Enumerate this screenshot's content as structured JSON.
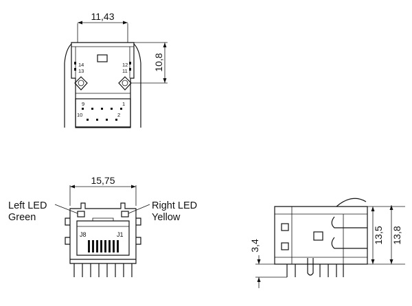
{
  "top_view": {
    "width_dim": "11,43",
    "height_dim": "10,8",
    "pins": {
      "p14": "14",
      "p13": "13",
      "p12": "12",
      "p11": "11",
      "p9": "9",
      "p1": "1",
      "p10": "10",
      "p2": "2"
    }
  },
  "front_view": {
    "width_dim": "15,75",
    "left_led_line1": "Left LED",
    "left_led_line2": "Green",
    "right_led_line1": "Right LED",
    "right_led_line2": "Yellow",
    "j8": "J8",
    "j1": "J1"
  },
  "side_view": {
    "dim_13_5": "13,5",
    "dim_13_8": "13,8",
    "dim_3_4": "3,4"
  }
}
